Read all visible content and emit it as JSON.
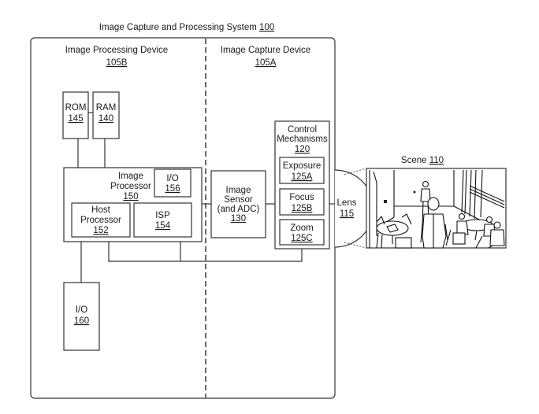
{
  "system": {
    "title": "Image Capture and Processing System",
    "ref": "100"
  },
  "processing_device": {
    "title": "Image Processing Device",
    "ref": "105B"
  },
  "capture_device": {
    "title": "Image Capture Device",
    "ref": "105A"
  },
  "rom": {
    "label": "ROM",
    "ref": "145"
  },
  "ram": {
    "label": "RAM",
    "ref": "140"
  },
  "image_processor": {
    "line1": "Image",
    "line2": "Processor",
    "ref": "150"
  },
  "io_156": {
    "label": "I/O",
    "ref": "156"
  },
  "host_processor": {
    "line1": "Host",
    "line2": "Processor",
    "ref": "152"
  },
  "isp": {
    "label": "ISP",
    "ref": "154"
  },
  "io_160": {
    "label": "I/O",
    "ref": "160"
  },
  "image_sensor": {
    "line1": "Image",
    "line2": "Sensor",
    "line3": "(and ADC)",
    "ref": "130"
  },
  "control_mechanisms": {
    "line1": "Control",
    "line2": "Mechanisms",
    "ref": "120"
  },
  "exposure": {
    "label": "Exposure",
    "ref": "125A"
  },
  "focus": {
    "label": "Focus",
    "ref": "125B"
  },
  "zoom": {
    "label": "Zoom",
    "ref": "125C"
  },
  "lens": {
    "label": "Lens",
    "ref": "115"
  },
  "scene": {
    "label": "Scene",
    "ref": "110",
    "image_description": "office interior with people, round tables, chairs and windows"
  }
}
